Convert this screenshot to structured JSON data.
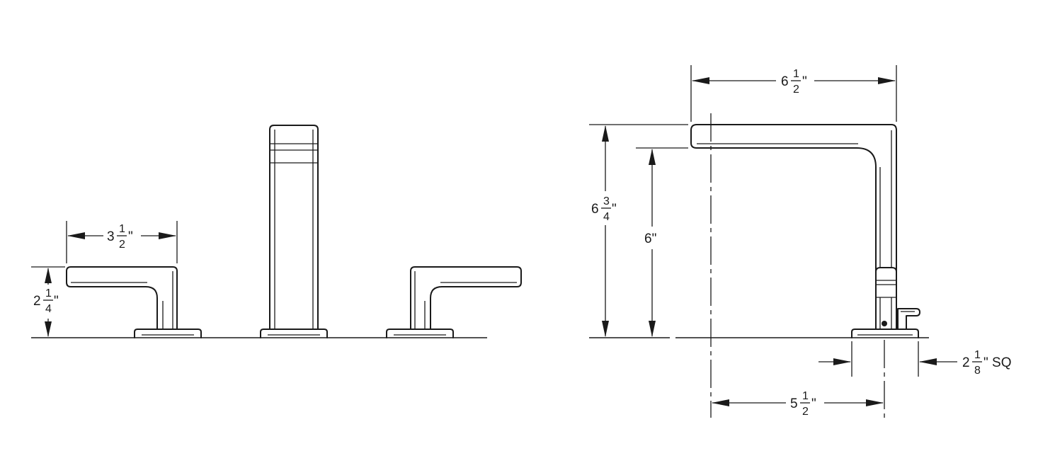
{
  "dimensions": {
    "handle_length": {
      "whole": "3",
      "num": "1",
      "den": "2",
      "unit": "\""
    },
    "handle_height": {
      "whole": "2",
      "num": "1",
      "den": "4",
      "unit": "\""
    },
    "spout_reach": {
      "whole": "6",
      "num": "1",
      "den": "2",
      "unit": "\""
    },
    "overall_height": {
      "whole": "6",
      "num": "3",
      "den": "4",
      "unit": "\""
    },
    "spout_height": {
      "label": "6\""
    },
    "base_size": {
      "whole": "2",
      "num": "1",
      "den": "8",
      "unit": "\" SQ"
    },
    "centerline_reach": {
      "whole": "5",
      "num": "1",
      "den": "2",
      "unit": "\""
    }
  }
}
